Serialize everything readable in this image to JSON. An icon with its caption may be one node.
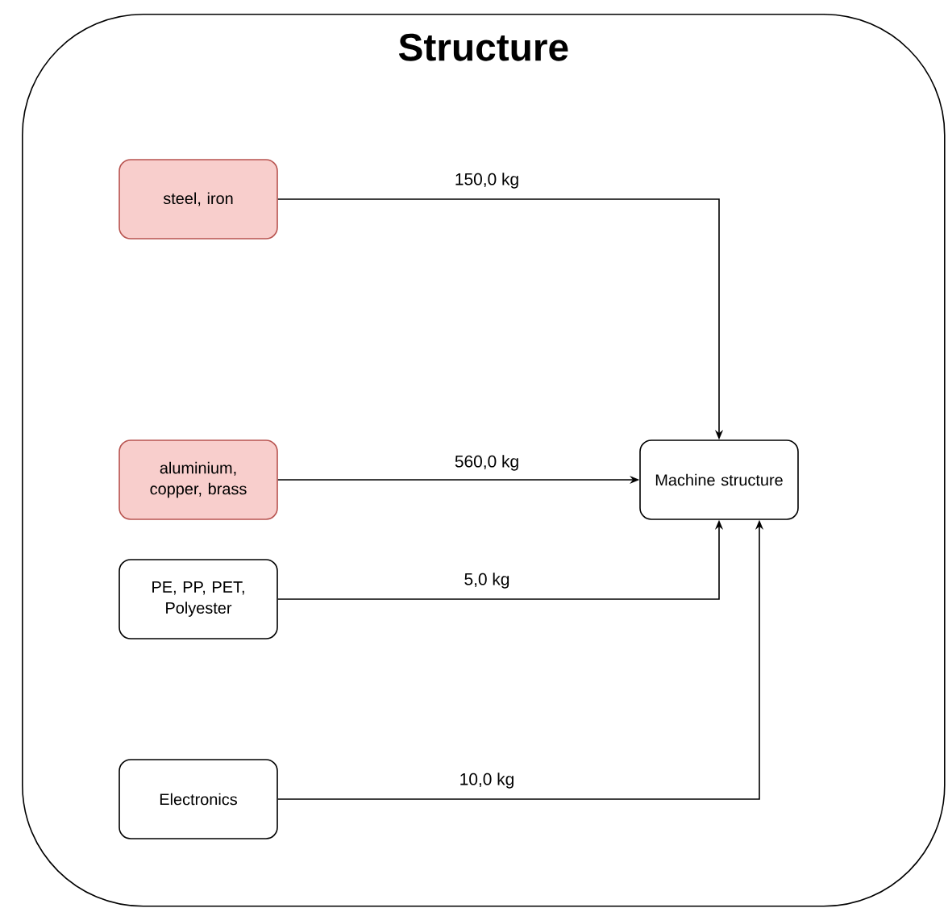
{
  "diagram": {
    "nodes": [
      {
        "text": [
          "Structure"
        ]
      },
      {
        "text": [
          "steel, iron"
        ],
        "in": 0
      },
      {
        "text": [
          "aluminium, copper, brass"
        ],
        "in": 0
      },
      {
        "text": [
          "PE, PP, PET, Polyester"
        ],
        "in": 0
      },
      {
        "text": [
          "Electronics"
        ],
        "in": 0
      },
      {
        "text": [
          "Machine structure"
        ],
        "in": 0
      }
    ],
    "edges": [
      {
        "from": 1,
        "to": 5,
        "arrow": "to",
        "label": "150,0 kg"
      },
      {
        "from": 2,
        "to": 5,
        "arrow": "to",
        "label": "560,0 kg"
      },
      {
        "from": 3,
        "to": 5,
        "arrow": "to",
        "label": "5,0 kg"
      },
      {
        "from": 4,
        "to": 5,
        "arrow": "to",
        "label": "10,0 kg"
      }
    ]
  }
}
